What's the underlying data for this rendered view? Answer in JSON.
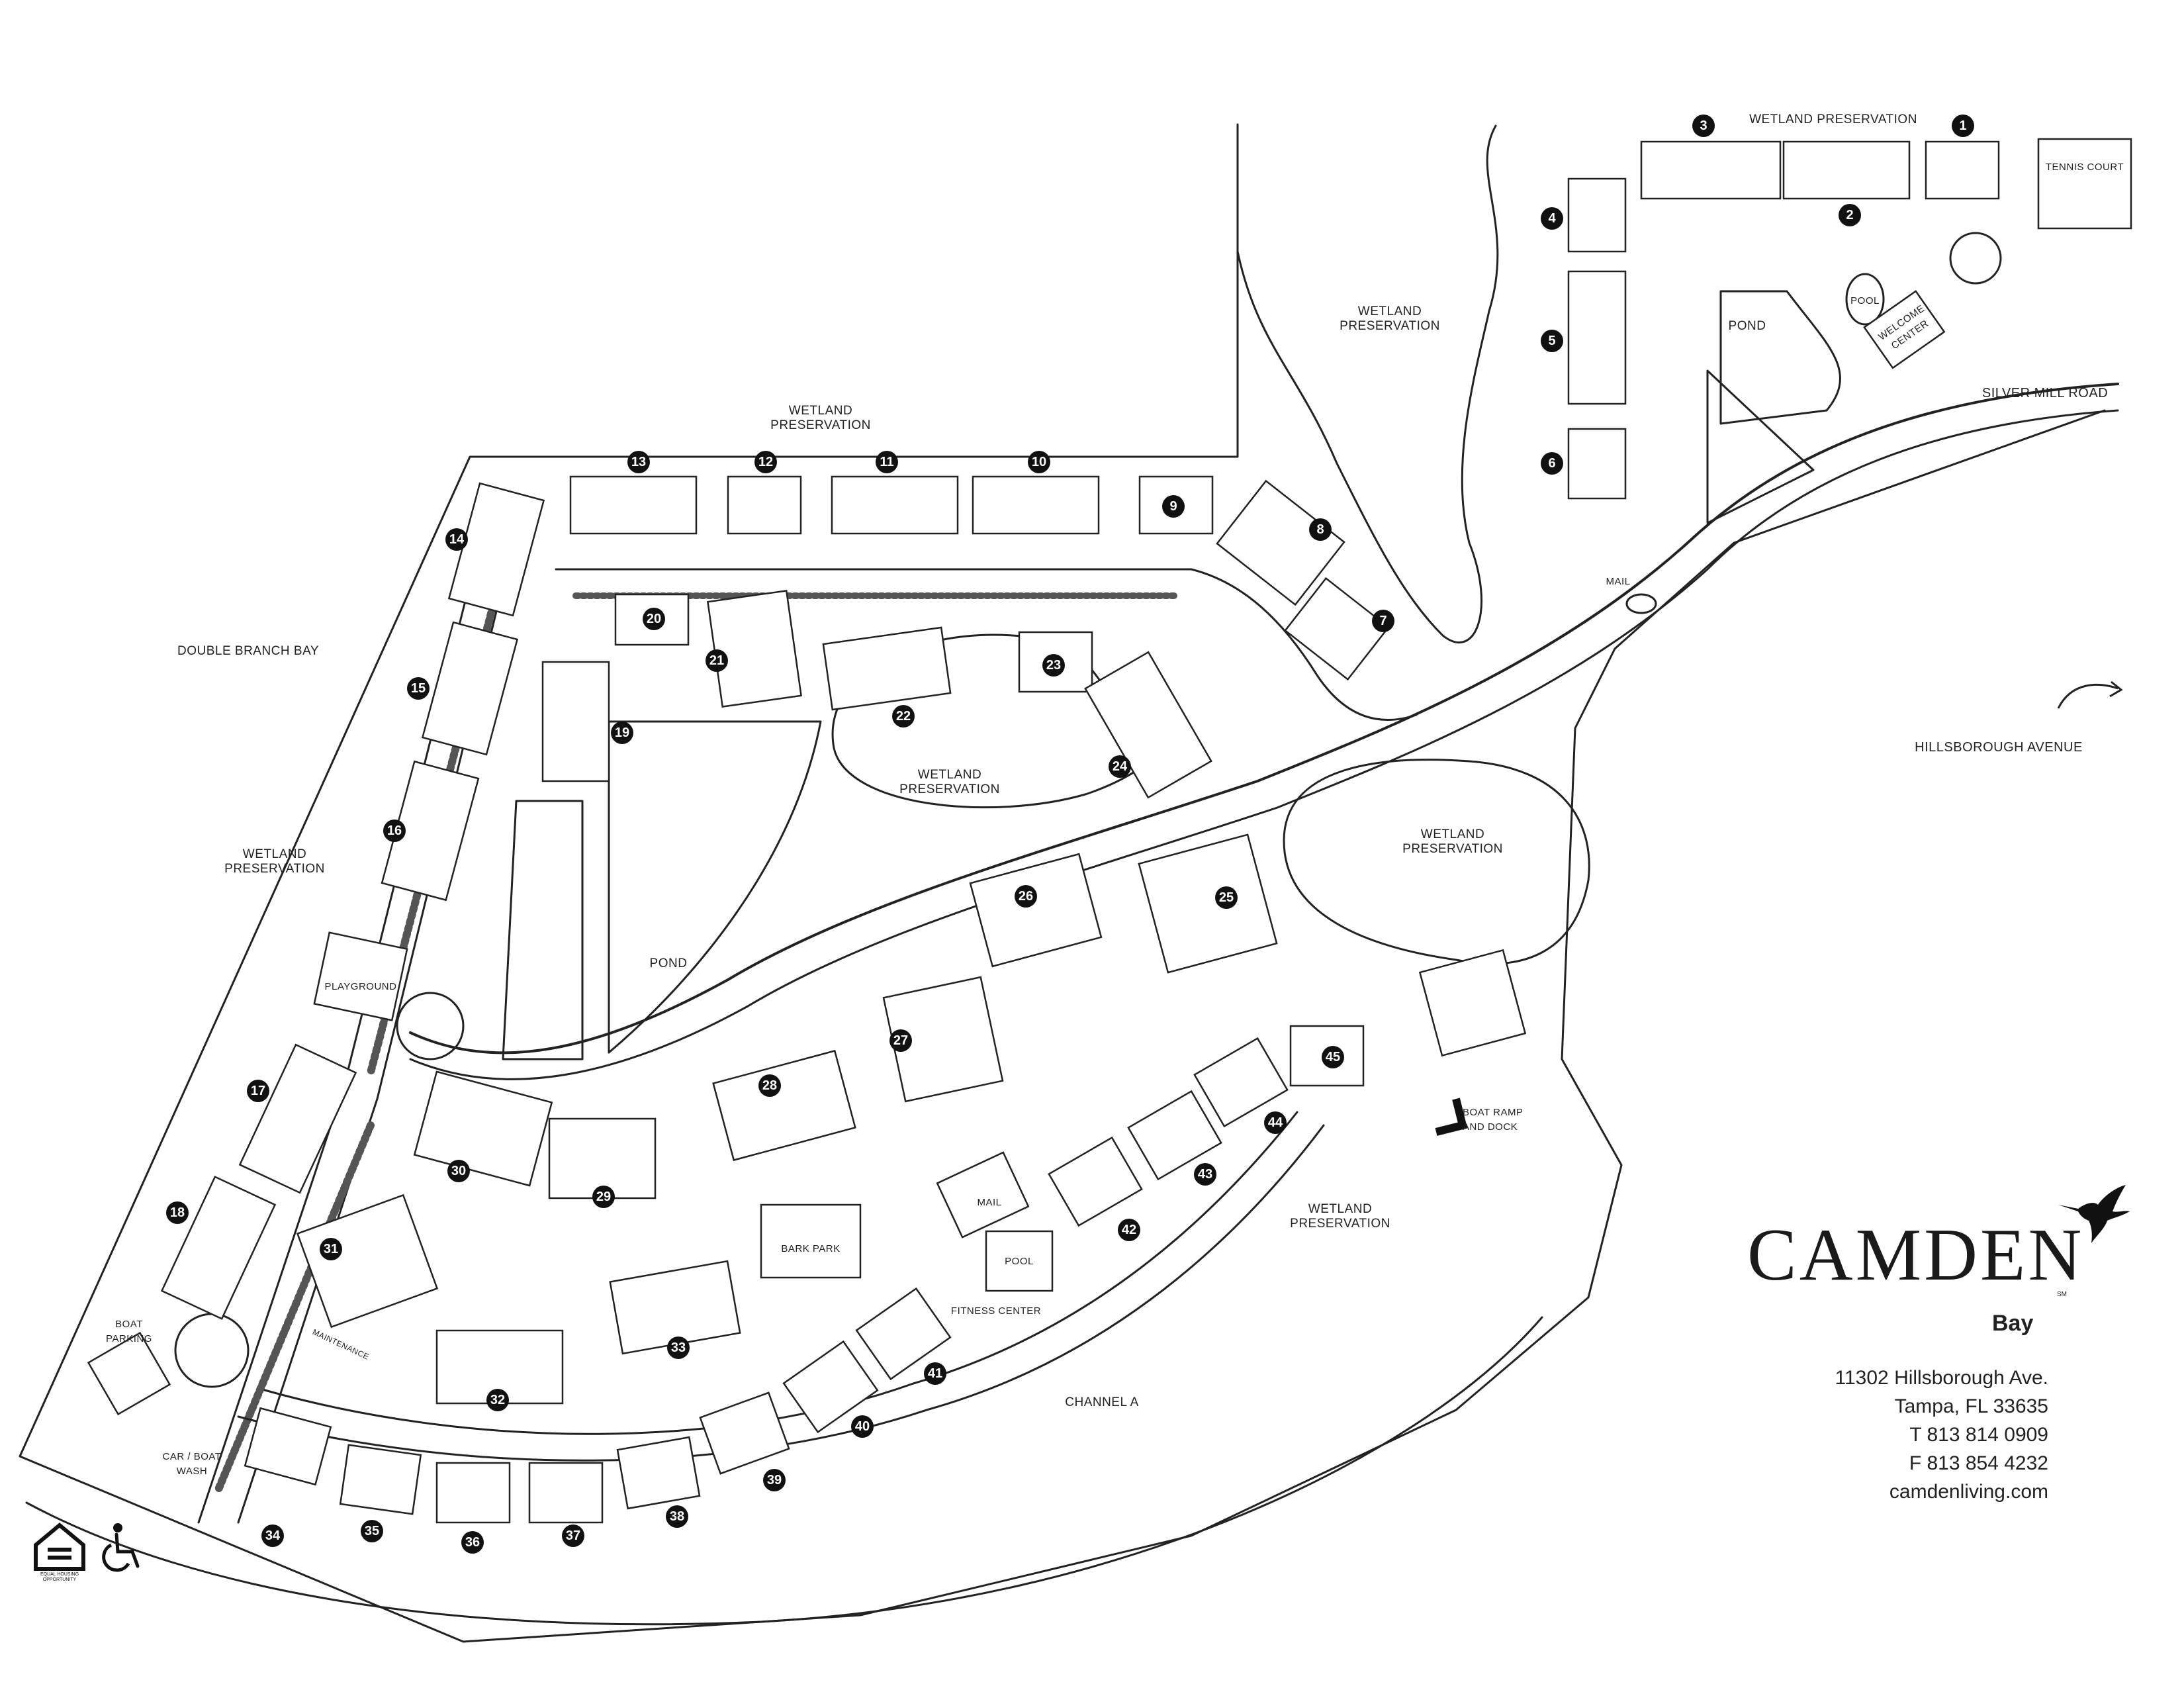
{
  "labels": {
    "wetland_top_right": "WETLAND PRESERVATION",
    "wetland_top_center": "WETLAND\nPRESERVATION",
    "wetland_top_mid": "WETLAND\nPRESERVATION",
    "wetland_center": "WETLAND\nPRESERVATION",
    "wetland_right_mid": "WETLAND\nPRESERVATION",
    "wetland_left": "WETLAND\nPRESERVATION",
    "wetland_bottom": "WETLAND\nPRESERVATION",
    "double_branch_bay": "DOUBLE BRANCH BAY",
    "silver_mill_road": "SILVER MILL ROAD",
    "hillsborough_avenue": "HILLSBOROUGH AVENUE",
    "tennis_court": "TENNIS COURT",
    "pond_top": "POND",
    "pond_left": "POND",
    "pool_top": "POOL",
    "pool_bottom": "POOL",
    "welcome_center": "WELCOME\nCENTER",
    "mail_top": "MAIL",
    "mail_bottom": "MAIL",
    "playground": "PLAYGROUND",
    "bark_park": "BARK PARK",
    "fitness_center": "FITNESS CENTER",
    "maintenance": "MAINTENANCE",
    "boat_ramp": "BOAT RAMP\nAND DOCK",
    "boat_parking": "BOAT\nPARKING",
    "car_boat_wash": "CAR / BOAT\nWASH",
    "channel_a": "CHANNEL A",
    "equal_housing": "EQUAL HOUSING\nOPPORTUNITY"
  },
  "buildings": [
    "1",
    "2",
    "3",
    "4",
    "5",
    "6",
    "7",
    "8",
    "9",
    "10",
    "11",
    "12",
    "13",
    "14",
    "15",
    "16",
    "17",
    "18",
    "19",
    "20",
    "21",
    "22",
    "23",
    "24",
    "25",
    "26",
    "27",
    "28",
    "29",
    "30",
    "31",
    "32",
    "33",
    "34",
    "35",
    "36",
    "37",
    "38",
    "39",
    "40",
    "41",
    "42",
    "43",
    "44",
    "45"
  ],
  "brand": {
    "name": "CAMDEN",
    "sm": "SM",
    "sub": "Bay"
  },
  "contact": {
    "street": "11302 Hillsborough Ave.",
    "city": "Tampa, FL  33635",
    "phone": "T  813 814 0909",
    "fax": "F  813 854 4232",
    "web": "camdenliving.com"
  },
  "colors": {
    "ink": "#1a1a1a",
    "marker_fill": "#111111",
    "marker_text": "#ffffff",
    "background": "#ffffff"
  }
}
